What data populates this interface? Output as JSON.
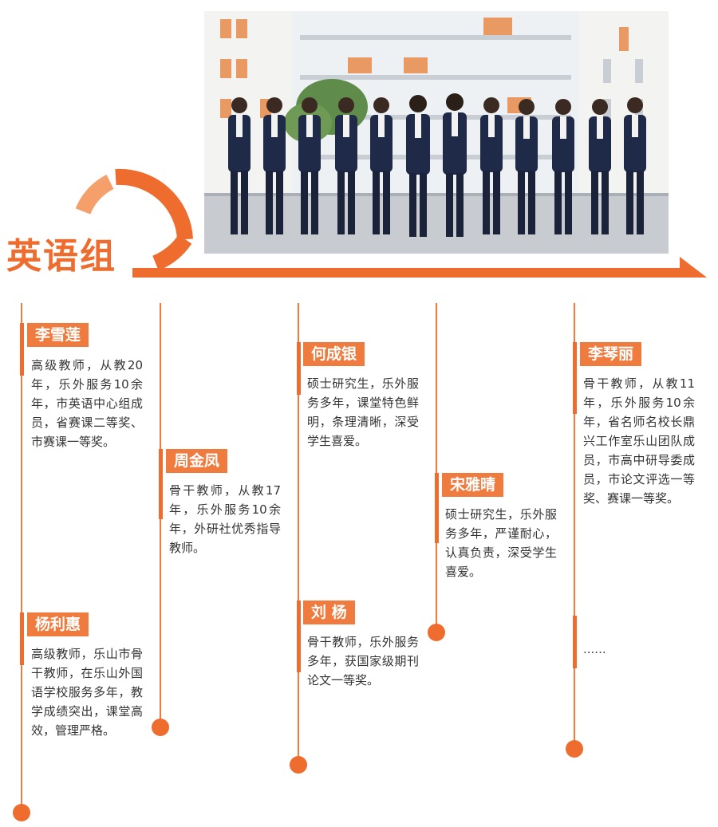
{
  "header": {
    "group_title": "英语组",
    "photo_caption": ""
  },
  "colors": {
    "accent": "#ef6c2f",
    "accent_light": "#f5a06b",
    "line": "#ef7b3e"
  },
  "teachers": [
    {
      "name": "李雪莲",
      "desc": "高级教师，从教20年，乐外服务10余年，市英语中心组成员，省赛课二等奖、市赛课一等奖。"
    },
    {
      "name": "杨利惠",
      "desc": "高级教师，乐山市骨干教师，在乐山外国语学校服务多年，教学成绩突出，课堂高效，管理严格。"
    },
    {
      "name": "周金凤",
      "desc": "骨干教师，从教17年，乐外服务10余年，外研社优秀指导教师。"
    },
    {
      "name": "何成银",
      "desc": "硕士研究生，乐外服务多年，课堂特色鲜明，条理清晰，深受学生喜爱。"
    },
    {
      "name": "刘 杨",
      "desc": "骨干教师，乐外服务多年，获国家级期刊论文一等奖。"
    },
    {
      "name": "宋雅晴",
      "desc": "硕士研究生，乐外服务多年，严谨耐心，认真负责，深受学生喜爱。"
    },
    {
      "name": "李琴丽",
      "desc": "骨干教师，从教11年，乐外服务10余年，省名师名校长鼎兴工作室乐山团队成员，市高中研导委成员，市论文评选一等奖、赛课一等奖。"
    }
  ],
  "more": "......"
}
